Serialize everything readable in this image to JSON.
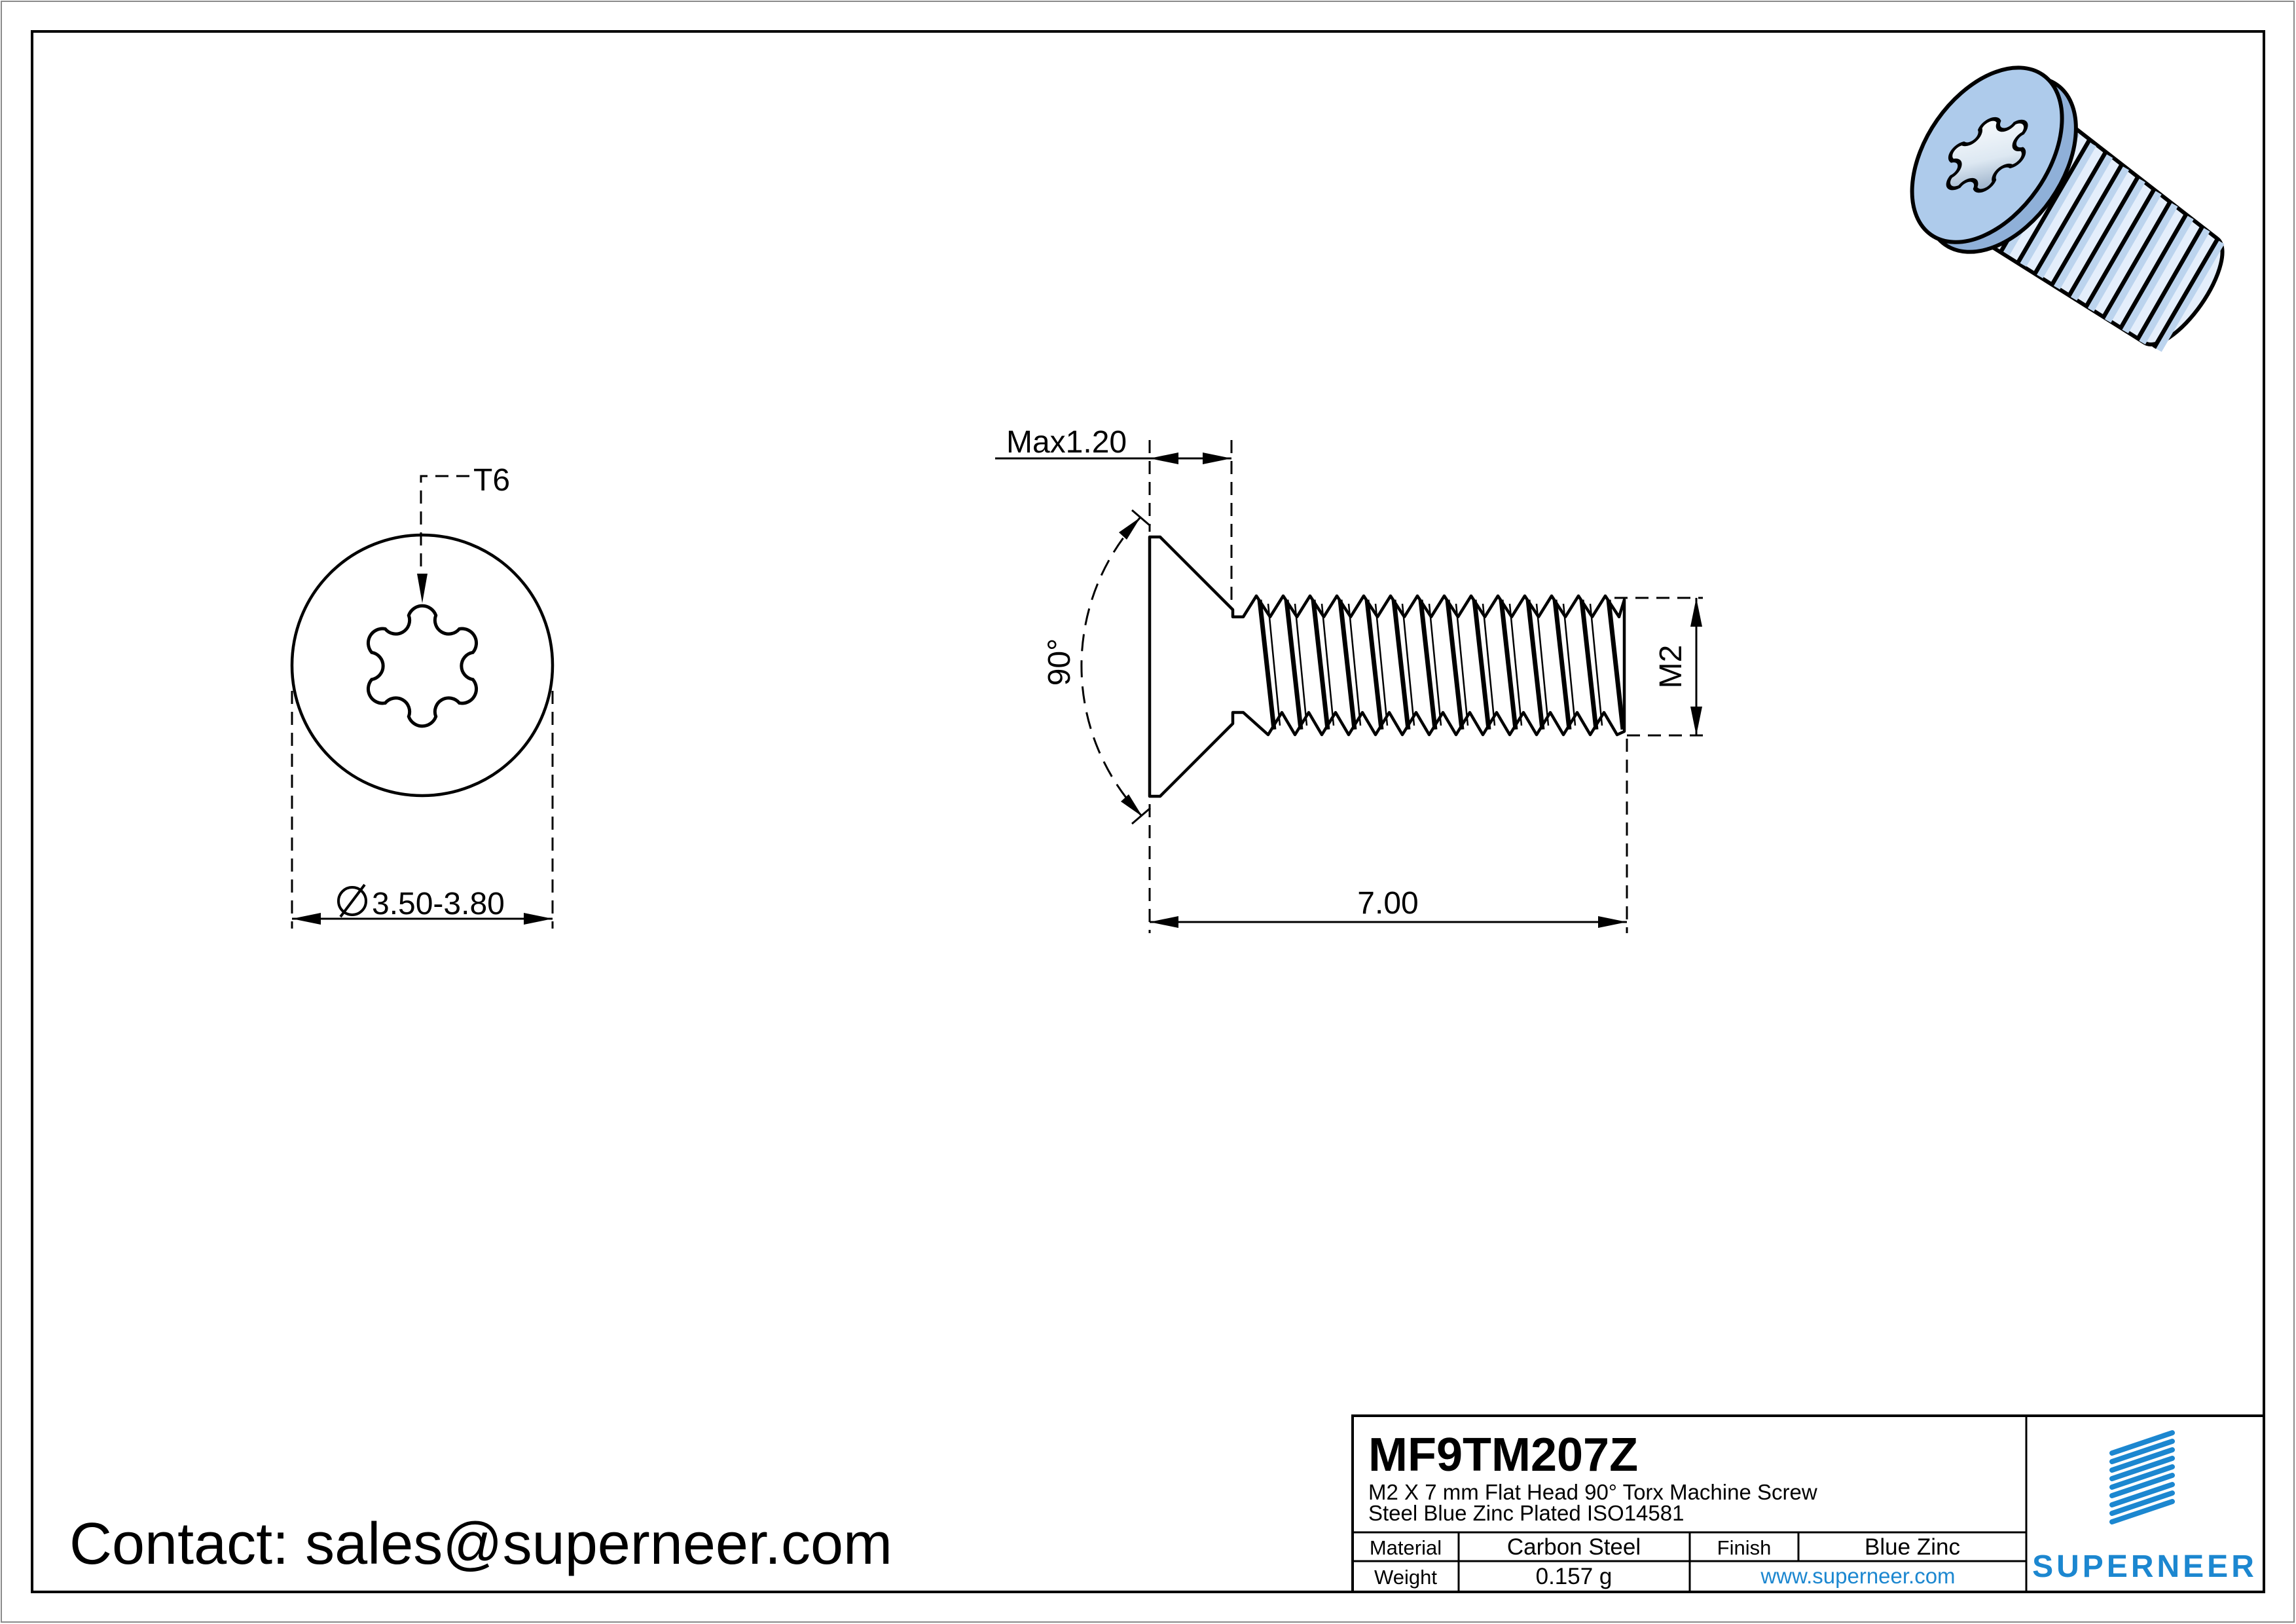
{
  "page": {
    "contact": "Contact: sales@superneer.com"
  },
  "views": {
    "top_view": {
      "drive_label": "T6",
      "diameter_symbol": "diameter-sign",
      "diameter_label": "3.50-3.80"
    },
    "side_view": {
      "head_depth_label": "Max1.20",
      "angle_label": "90°",
      "thread_label": "M2",
      "length_label": "7.00"
    }
  },
  "title_block": {
    "part_number": "MF9TM207Z",
    "description_line1": "M2  X 7 mm Flat Head 90°  Torx Machine Screw",
    "description_line2": "Steel Blue Zinc Plated ISO14581",
    "material_label": "Material",
    "material_value": "Carbon Steel",
    "finish_label": "Finish",
    "finish_value": "Blue Zinc",
    "weight_label": "Weight",
    "weight_value": "0.157 g",
    "website": "www.superneer.com",
    "brand": "SUPERNEER"
  },
  "colors": {
    "brand_blue": "#1c87d0",
    "screw_head_blue": "#aecbeb",
    "screw_thread_blue": "#e4eefb",
    "line_black": "#000000"
  }
}
